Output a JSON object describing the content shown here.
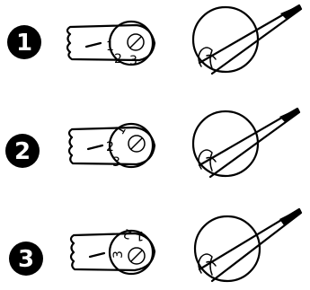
{
  "steps": [
    {
      "number": "1",
      "dial_numbers": [
        "1",
        "2",
        "3"
      ]
    },
    {
      "number": "2",
      "dial_numbers": [
        "1",
        "2",
        "3"
      ]
    },
    {
      "number": "3",
      "dial_numbers": [
        "1",
        "2",
        "3"
      ]
    }
  ]
}
